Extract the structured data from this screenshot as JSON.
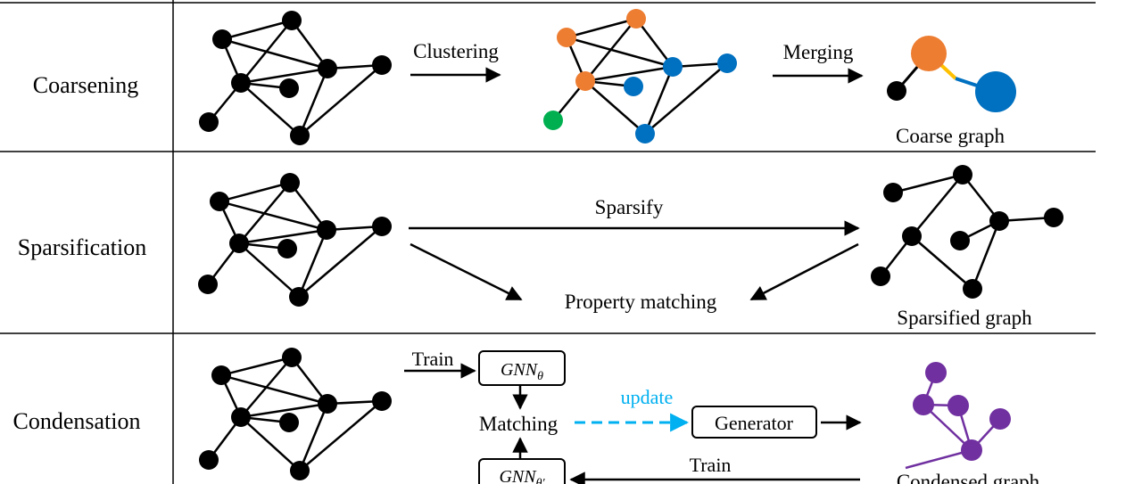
{
  "rows": {
    "coarsening": {
      "label": "Coarsening",
      "step1": "Clustering",
      "step2": "Merging",
      "result": "Coarse graph"
    },
    "sparsification": {
      "label": "Sparsification",
      "step": "Sparsify",
      "matching": "Property matching",
      "result": "Sparsified graph"
    },
    "condensation": {
      "label": "Condensation",
      "train_top": "Train",
      "gnn_top": "GNN",
      "gnn_top_sub": "θ",
      "matching": "Matching",
      "update": "update",
      "generator": "Generator",
      "train_bottom": "Train",
      "gnn_bottom": "GNN",
      "gnn_bottom_sub": "θ′",
      "result": "Condensed graph"
    }
  },
  "colors": {
    "node": "#000000",
    "cluster_orange": "#ED7D31",
    "cluster_blue": "#0070C0",
    "cluster_green": "#00B050",
    "merge_edge_yellow": "#FFC000",
    "update_arrow": "#00B0F0",
    "condensed": "#7030A0"
  }
}
